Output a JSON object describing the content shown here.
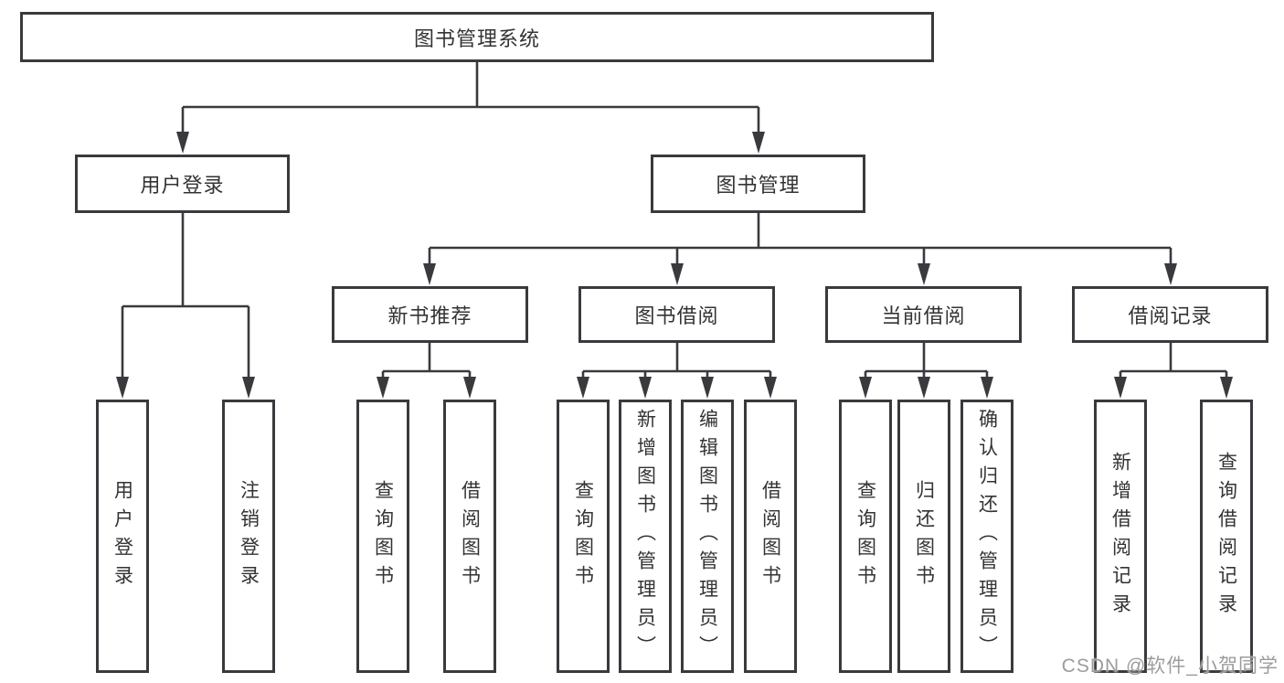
{
  "colors": {
    "line": "#3a3a3e",
    "text": "#333333",
    "background": "#ffffff",
    "watermark": "#9c9c9c"
  },
  "diagram": {
    "root": {
      "label": "图书管理系统"
    },
    "branches": [
      {
        "label": "用户登录",
        "children": [
          {
            "label": "用户登录"
          },
          {
            "label": "注销登录"
          }
        ]
      },
      {
        "label": "图书管理",
        "children": [
          {
            "label": "新书推荐",
            "children": [
              {
                "label": "查询图书"
              },
              {
                "label": "借阅图书"
              }
            ]
          },
          {
            "label": "图书借阅",
            "children": [
              {
                "label": "查询图书"
              },
              {
                "label": "新增图书（管理员）"
              },
              {
                "label": "编辑图书（管理员）"
              },
              {
                "label": "借阅图书"
              }
            ]
          },
          {
            "label": "当前借阅",
            "children": [
              {
                "label": "查询图书"
              },
              {
                "label": "归还图书"
              },
              {
                "label": "确认归还（管理员）"
              }
            ]
          },
          {
            "label": "借阅记录",
            "children": [
              {
                "label": "新增借阅记录"
              },
              {
                "label": "查询借阅记录"
              }
            ]
          }
        ]
      }
    ]
  },
  "watermark": {
    "text": "CSDN @软件_小贺同学"
  }
}
